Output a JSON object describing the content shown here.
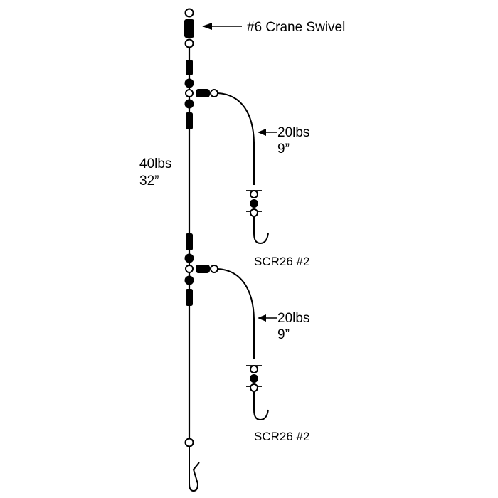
{
  "diagram": {
    "swivel_label": "#6 Crane Swivel",
    "main_line": {
      "weight": "40lbs",
      "length": "32”"
    },
    "branches": [
      {
        "weight": "20lbs",
        "length": "9”",
        "hook": "SCR26 #2"
      },
      {
        "weight": "20lbs",
        "length": "9”",
        "hook": "SCR26 #2"
      }
    ],
    "colors": {
      "ink": "#000000",
      "background": "#ffffff"
    }
  }
}
